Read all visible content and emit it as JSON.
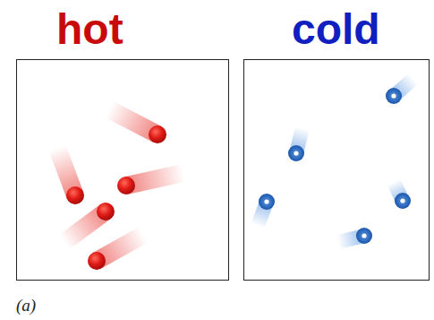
{
  "diagram": {
    "nodes": [
      {
        "text": [
          "hot"
        ]
      },
      {
        "text": [
          "cold"
        ]
      }
    ],
    "labels": [
      "(a)"
    ]
  }
}
